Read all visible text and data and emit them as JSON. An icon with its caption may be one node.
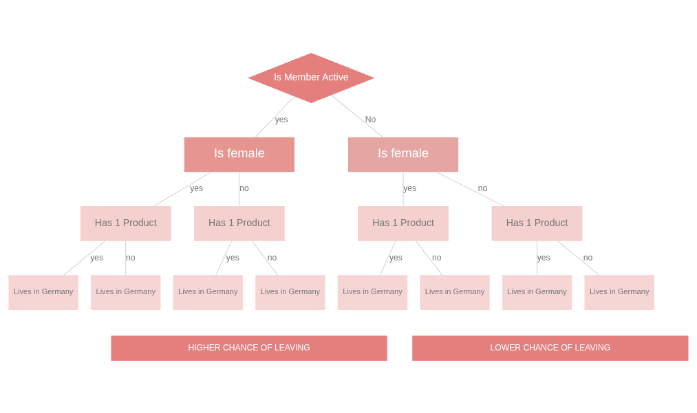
{
  "diagram": {
    "nodes": [
      {
        "text": [
          "Is Member Active"
        ]
      },
      {
        "text": [
          "Is female"
        ]
      },
      {
        "text": [
          "Is female"
        ]
      },
      {
        "text": [
          "Has 1 Product"
        ]
      },
      {
        "text": [
          "Has 1 Product"
        ]
      },
      {
        "text": [
          "Has 1 Product"
        ]
      },
      {
        "text": [
          "Has 1 Product"
        ]
      },
      {
        "text": [
          "Lives in Germany"
        ]
      },
      {
        "text": [
          "Lives in Germany"
        ]
      },
      {
        "text": [
          "Lives in Germany"
        ]
      },
      {
        "text": [
          "Lives in Germany"
        ]
      },
      {
        "text": [
          "Lives in Germany"
        ]
      },
      {
        "text": [
          "Lives in Germany"
        ]
      },
      {
        "text": [
          "Lives in Germany"
        ]
      },
      {
        "text": [
          "Lives in Germany"
        ]
      }
    ],
    "edges": [
      {
        "from": 0,
        "to": 1,
        "arrow": "none",
        "label": "yes"
      },
      {
        "from": 0,
        "to": 2,
        "arrow": "none",
        "label": "No"
      },
      {
        "from": 1,
        "to": 3,
        "arrow": "none",
        "label": "yes"
      },
      {
        "from": 1,
        "to": 4,
        "arrow": "none",
        "label": "no"
      },
      {
        "from": 2,
        "to": 5,
        "arrow": "none",
        "label": "yes"
      },
      {
        "from": 2,
        "to": 6,
        "arrow": "none",
        "label": "no"
      },
      {
        "from": 3,
        "to": 7,
        "arrow": "none",
        "label": "yes"
      },
      {
        "from": 3,
        "to": 8,
        "arrow": "none",
        "label": "no"
      },
      {
        "from": 4,
        "to": 9,
        "arrow": "none",
        "label": "yes"
      },
      {
        "from": 4,
        "to": 10,
        "arrow": "none",
        "label": "no"
      },
      {
        "from": 5,
        "to": 11,
        "arrow": "none",
        "label": "yes"
      },
      {
        "from": 5,
        "to": 12,
        "arrow": "none",
        "label": "no"
      },
      {
        "from": 6,
        "to": 13,
        "arrow": "none",
        "label": "yes"
      },
      {
        "from": 6,
        "to": 14,
        "arrow": "none",
        "label": "no"
      }
    ],
    "labels": [
      "HIGHER CHANCE OF LEAVING",
      "LOWER CHANCE OF LEAVING"
    ]
  }
}
